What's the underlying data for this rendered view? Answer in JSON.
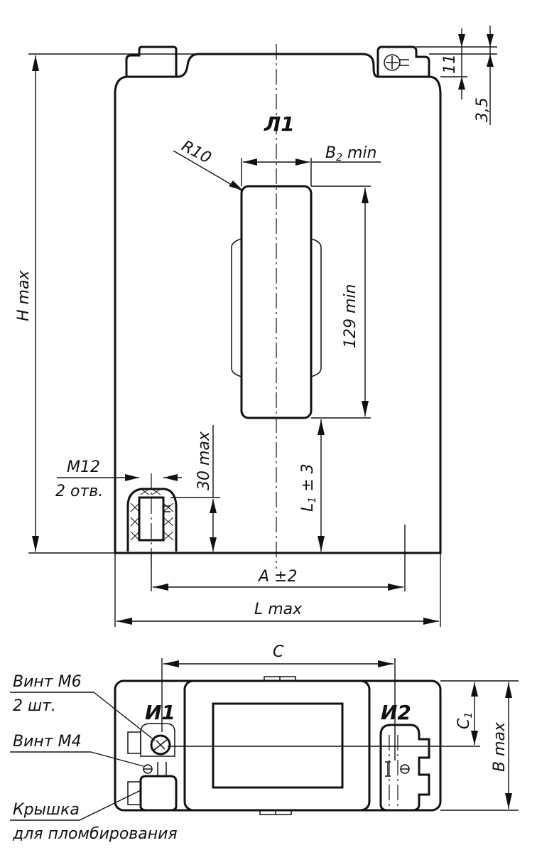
{
  "top_view": {
    "terminal_primary": "Л1",
    "radius_label": "R10",
    "window_width_label": "B",
    "window_width_subscript": "2",
    "window_width_suffix": "min",
    "window_height_label": "129 min",
    "height_label": "H max",
    "thread_label": "M12",
    "holes_label": "2 отв.",
    "boss_height_label": "30 max",
    "offset_label": "L",
    "offset_subscript": "1",
    "offset_tolerance": "± 3",
    "hole_spacing_label": "A ±2",
    "length_label": "L max",
    "tab_height_label": "11",
    "tab_offset_label": "3,5"
  },
  "bottom_view": {
    "terminal_secondary_1": "И1",
    "terminal_secondary_2": "И2",
    "c_label": "C",
    "c1_label": "C",
    "c1_subscript": "1",
    "depth_label": "B max",
    "screw_m6_label": "Винт М6",
    "screw_m6_qty": "2 шт.",
    "screw_m4_label": "Винт М4",
    "cover_label": "Крышка",
    "cover_purpose": "для пломбирования"
  }
}
